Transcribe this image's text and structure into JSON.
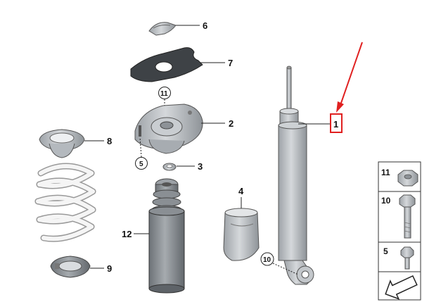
{
  "labels": {
    "p1": "1",
    "p2": "2",
    "p3": "3",
    "p4": "4",
    "p5": "5",
    "p6": "6",
    "p7": "7",
    "p8": "8",
    "p9": "9",
    "p10": "10",
    "p11": "11",
    "p12": "12"
  },
  "side_panel": {
    "items": [
      "11",
      "10",
      "5"
    ]
  },
  "colors": {
    "highlight": "#e02020",
    "line": "#222222",
    "part_fill": "#b9bec3",
    "spring_fill": "#f4f4f4"
  }
}
